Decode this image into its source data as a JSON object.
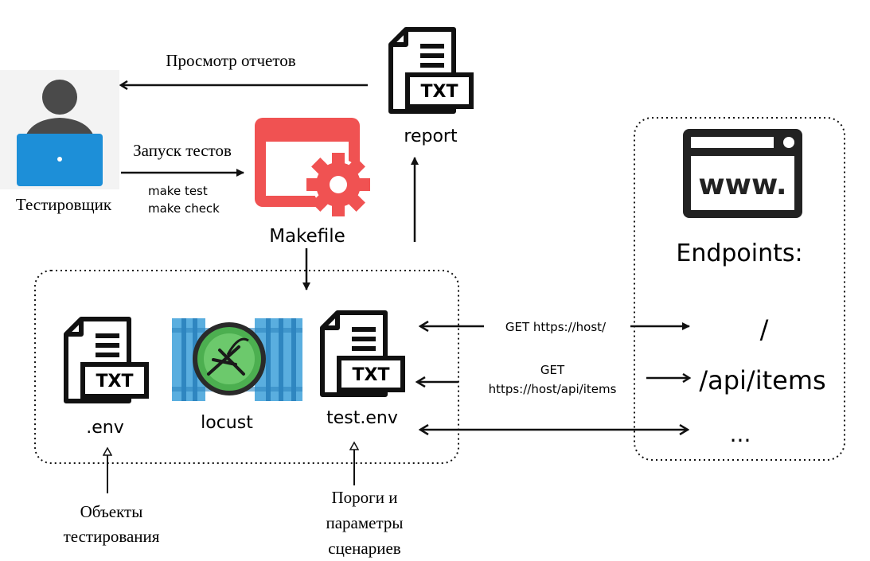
{
  "labels": {
    "view_reports": "Просмотр отчетов",
    "tester": "Тестировщик",
    "run_tests": "Запуск тестов",
    "cmd_make_test": "make test",
    "cmd_make_check": "make check",
    "makefile": "Makefile",
    "report": "report",
    "env_file": ".env",
    "locust": "locust",
    "test_env_file": "test.env",
    "txt_badge": "TXT",
    "www": "www.",
    "endpoints_title": "Endpoints:",
    "endpoint_root": "/",
    "endpoint_items": "/api/items",
    "endpoint_more": "...",
    "req_root": "GET https://host/",
    "req_items_method": "GET",
    "req_items_url": "https://host/api/items",
    "objects_line1": "Объекты",
    "objects_line2": "тестирования",
    "thresholds_line1": "Пороги и",
    "thresholds_line2": "параметры",
    "thresholds_line3": "сценариев"
  },
  "colors": {
    "makefile_red": "#f05252",
    "laptop_blue": "#1d8fd8",
    "person_gray": "#4a4a4a",
    "locust_blue": "#4aa3d8",
    "locust_green": "#4caf50"
  },
  "icons": {
    "tester": "person-laptop-icon",
    "makefile": "window-gear-icon",
    "report": "txt-file-icon",
    "env": "txt-file-icon",
    "test_env": "txt-file-icon",
    "locust": "locust-logo-icon",
    "endpoints": "browser-www-icon"
  }
}
